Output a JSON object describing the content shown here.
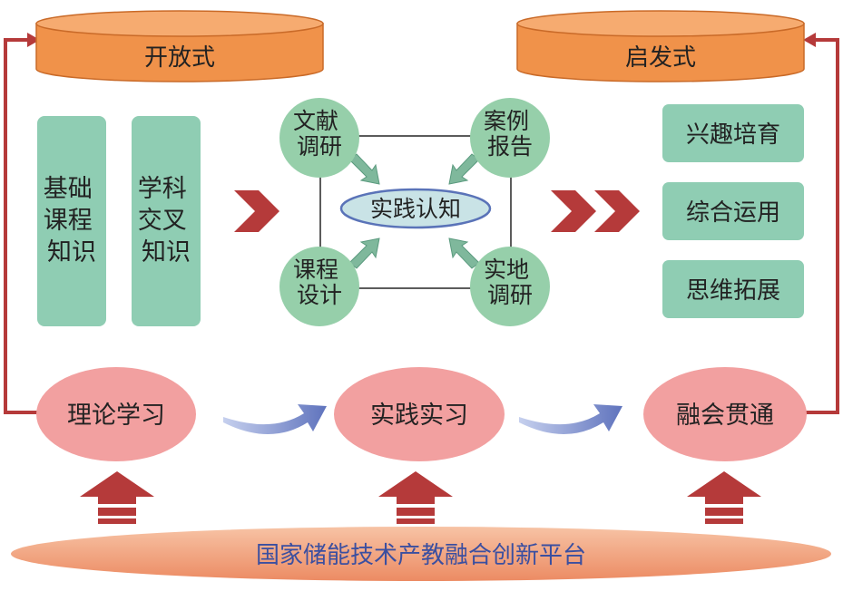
{
  "top_cylinders": {
    "left": "开放式",
    "right": "启发式"
  },
  "knowledge_boxes": {
    "basic": [
      "基础",
      "课程",
      "知识"
    ],
    "interdisciplinary": [
      "学科",
      "交叉",
      "知识"
    ]
  },
  "practice_cycle": {
    "center": "实践认知",
    "top_left": [
      "文献",
      "调研"
    ],
    "top_right": [
      "案例",
      "报告"
    ],
    "bottom_left": [
      "课程",
      "设计"
    ],
    "bottom_right": [
      "实地",
      "调研"
    ]
  },
  "ability_boxes": [
    "兴趣培育",
    "综合运用",
    "思维拓展"
  ],
  "stages": [
    "理论学习",
    "实践实习",
    "融会贯通"
  ],
  "platform": "国家储能技术产教融合创新平台",
  "colors": {
    "cylinder": "#f0924a",
    "green_box": "#8fcdb3",
    "green_circle": "#96cfaa",
    "pink_ellipse": "#f2a0a0",
    "dark_red": "#b53a3a",
    "blue_arrow": "#6f84c6",
    "platform": "#f0a17c",
    "platform_text": "#3b4fa0"
  }
}
